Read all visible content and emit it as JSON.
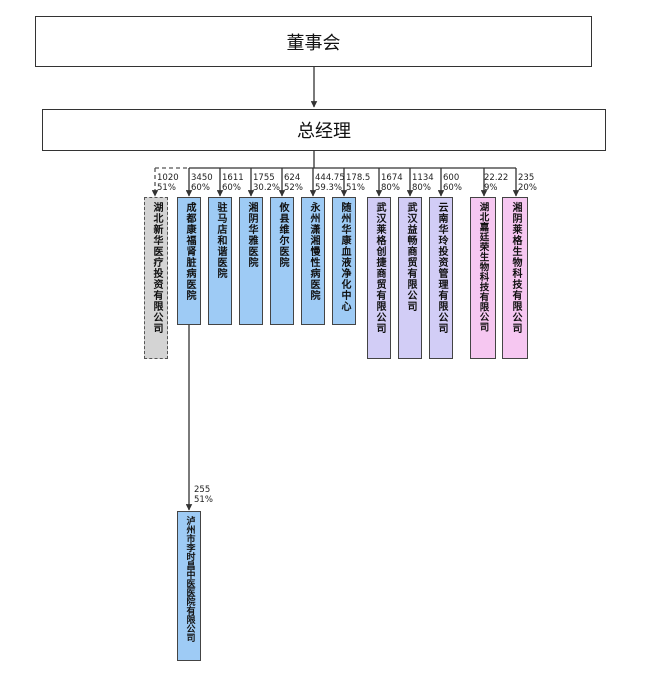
{
  "board": "董事会",
  "gm": "总经理",
  "subsidiaries": [
    {
      "name": "湖北新华医疗投资有限公司",
      "amount": "1020",
      "share": "51%",
      "color": "gray"
    },
    {
      "name": "成都康福肾脏病医院",
      "amount": "3450",
      "share": "60%",
      "color": "blue"
    },
    {
      "name": "驻马店和谐医院",
      "amount": "1611",
      "share": "60%",
      "color": "blue"
    },
    {
      "name": "湘阴华雅医院",
      "amount": "1755",
      "share": "30.2%",
      "color": "blue"
    },
    {
      "name": "攸县维尔医院",
      "amount": "624",
      "share": "52%",
      "color": "blue"
    },
    {
      "name": "永州潇湘慢性病医院",
      "amount": "444.75",
      "share": "59.3%",
      "color": "blue"
    },
    {
      "name": "随州华康血液净化中心",
      "amount": "178.5",
      "share": "51%",
      "color": "blue"
    },
    {
      "name": "武汉莱格创捷商贸有限公司",
      "amount": "1674",
      "share": "80%",
      "color": "purple"
    },
    {
      "name": "武汉益畅商贸有限公司",
      "amount": "1134",
      "share": "80%",
      "color": "purple"
    },
    {
      "name": "云南华玲投资管理有限公司",
      "amount": "600",
      "share": "60%",
      "color": "purple"
    },
    {
      "name": "湖北嘉廷荣生物科技有限公司",
      "amount": "22.22",
      "share": "9%",
      "color": "pink"
    },
    {
      "name": "湘阴莱格生物科技有限公司",
      "amount": "235",
      "share": "20%",
      "color": "pink"
    }
  ],
  "sub_subsidiary": {
    "name": "泸州市李时昌中医医院有限公司",
    "amount": "255",
    "share": "51%",
    "color": "blue"
  }
}
